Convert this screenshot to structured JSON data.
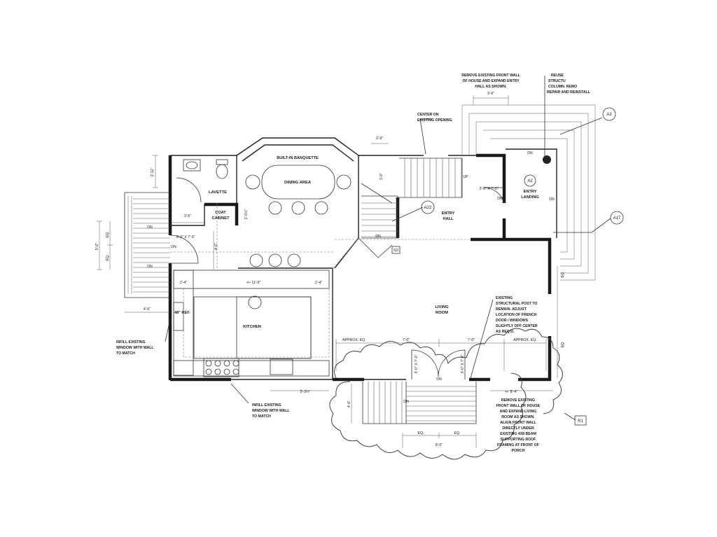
{
  "rooms": {
    "lavette": "LAVETTE",
    "coat_cabinet_1": "COAT",
    "coat_cabinet_2": "CABINET",
    "builtin_banquette": "BUILT-IN BANQUETTE",
    "dining_area": "DINING AREA",
    "kitchen": "KITCHEN",
    "living_room_1": "LIVING",
    "living_room_2": "ROOM",
    "entry_hall_1": "ENTRY",
    "entry_hall_2": "HALL",
    "entry_landing_1": "ENTRY",
    "entry_landing_2": "LANDING",
    "ref": "48\" REF."
  },
  "dimensions": {
    "d_2_11": "2'-11\"",
    "d_3_5": "3'-5\"",
    "d_2_0h": "2'-0½\"",
    "d_3_0x7_0_left": "3'-0\" X 7'-0\"",
    "d_eq1": "EQ.",
    "d_eq2": "EQ.",
    "d_5_0": "5'-0\"",
    "d_4_0": "4'-0\"",
    "d_4_6_left": "4'-6\"",
    "d_2_4_left": "2'-4\"",
    "d_11_9": "+/- 11'-9\"",
    "d_2_4_right": "2'-4\"",
    "d_5_3h": "5'-3½\"",
    "d_3_9": "3'-9\"",
    "d_3_0_stair": "3'-0\"",
    "d_3_6": "3'-6\"",
    "d_3_0x7_0_entry": "3'-0\" X 7'-0\"",
    "d_approx_eq_l": "APPROX. EQ.",
    "d_7_0_l": "7'-0\"",
    "d_7_0_r": "7'-0\"",
    "d_approx_eq_r": "APPROX. EQ.",
    "d_3_0x7_0_v1": "3'-0\" X 7'-0\"",
    "d_3_0x7_0_v2": "3'-0\" X 7'-0\"",
    "d_8_4": "+/- 8'-4\"",
    "d_4_6_porch": "4'-6\"",
    "d_eq_porch_l": "EQ.",
    "d_eq_porch_r": "EQ.",
    "d_8_0": "8'-0\"",
    "d_eq_side1": "EQ.",
    "d_eq_side2": "EQ."
  },
  "stair_labels": {
    "dn_left1": "DN",
    "dn_left2": "DN",
    "dn_door": "DN",
    "up": "UP",
    "dn_stair": "DN",
    "dn_entry": "DN",
    "dn_landing_top": "DN",
    "dn_landing_right": "DN",
    "dn_living": "DN",
    "dn_porch": "DN",
    "sd": "SD"
  },
  "notes": {
    "center_opening": [
      "CENTER ON",
      "EXISTING OPENING"
    ],
    "remove_front_wall": [
      "REMOVE EXISTING FRONT WALL",
      "OF HOUSE AND EXPAND ENTRY",
      "HALL AS SHOWN."
    ],
    "reuse_column": [
      "REUSE",
      "STRUCTU",
      "COLUMN. REMO",
      "REPAIR AND REINSTALL"
    ],
    "infill_left": [
      "INFILL EXISTING",
      "WINDOW WITH WALL",
      "TO MATCH"
    ],
    "infill_bottom": [
      "INFILL EXISTING",
      "WINDOW WITH WALL",
      "TO MATCH"
    ],
    "existing_post": [
      "EXISTING",
      "STRUCTURAL POST TO",
      "REMAIN. ADJUST",
      "LOCATION OF FRENCH",
      "DOOR / WINDOWS",
      "SLIGHTLY OFF CENTER",
      "AS REQ'D."
    ],
    "remove_living_wall": [
      "REMOVE EXISTING",
      "FRONT WALL OF HOUSE",
      "AND EXPAND LIVING",
      "ROOM AS SHOWN.",
      "ALIGN  FRONT WALL",
      "DIRECTLY UNDER",
      "EXISTING 4X8 BEAM",
      "SUPPORTING ROOF",
      "FRAMING AT FRONT OF",
      "PORCH"
    ]
  },
  "tags": {
    "a3": "A3",
    "a17": "A17",
    "a2": "A2",
    "a22": "A22",
    "r1": "R1"
  }
}
